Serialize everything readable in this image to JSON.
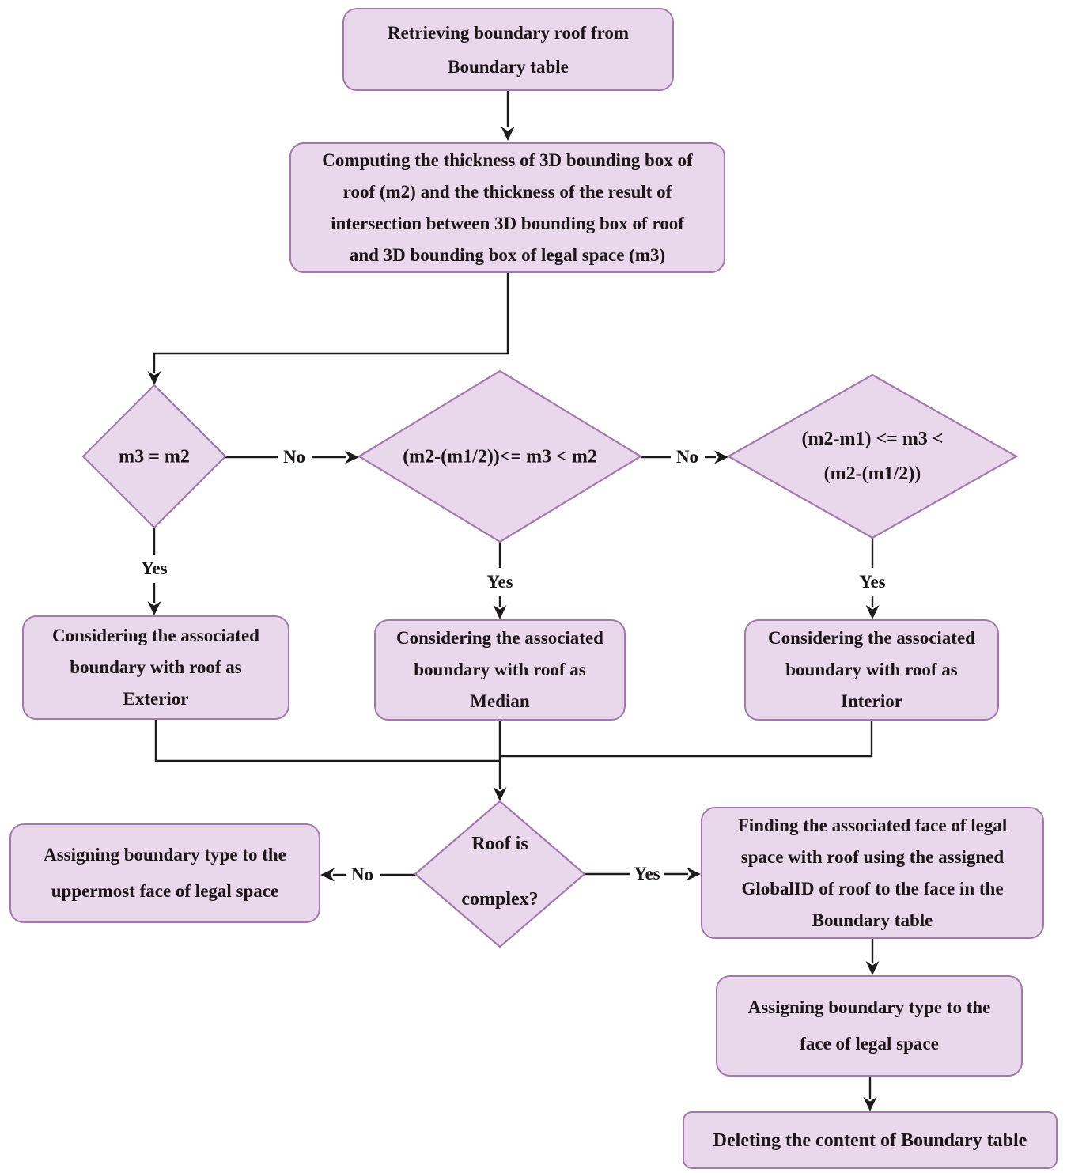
{
  "diagram": {
    "colors": {
      "node_fill": "#e9d8ec",
      "node_border": "#a478ae",
      "line": "#1c1c1c",
      "text": "#1b1518",
      "background": "#ffffff"
    },
    "nodes": {
      "start": "Retrieving boundary roof from\nBoundary table",
      "compute": "Computing the thickness of 3D bounding box of\nroof (m2) and the thickness of the result of\nintersection between 3D bounding box of roof\nand 3D bounding box of legal space (m3)",
      "decision_exterior": "m3 = m2",
      "decision_median": "(m2-(m1/2))<= m3 < m2",
      "decision_interior": "(m2-m1) <= m3 <\n(m2-(m1/2))",
      "exterior": "Considering the associated\nboundary with roof as\nExterior",
      "median": "Considering the associated\nboundary with roof as\nMedian",
      "interior": "Considering the associated\nboundary with roof as\nInterior",
      "decision_complex": "Roof is\ncomplex?",
      "assign_uppermost": "Assigning boundary type to the\nuppermost face of legal space",
      "find_face": "Finding the associated face of legal\nspace with roof using the assigned\nGlobalID of roof to the face in the\nBoundary table",
      "assign_face": "Assigning boundary type to the\nface of legal space",
      "delete_table": "Deleting the content of Boundary table"
    },
    "edge_labels": {
      "no_exterior": "No",
      "no_median": "No",
      "yes_exterior": "Yes",
      "yes_median": "Yes",
      "yes_interior": "Yes",
      "no_complex": "No",
      "yes_complex": "Yes"
    }
  }
}
